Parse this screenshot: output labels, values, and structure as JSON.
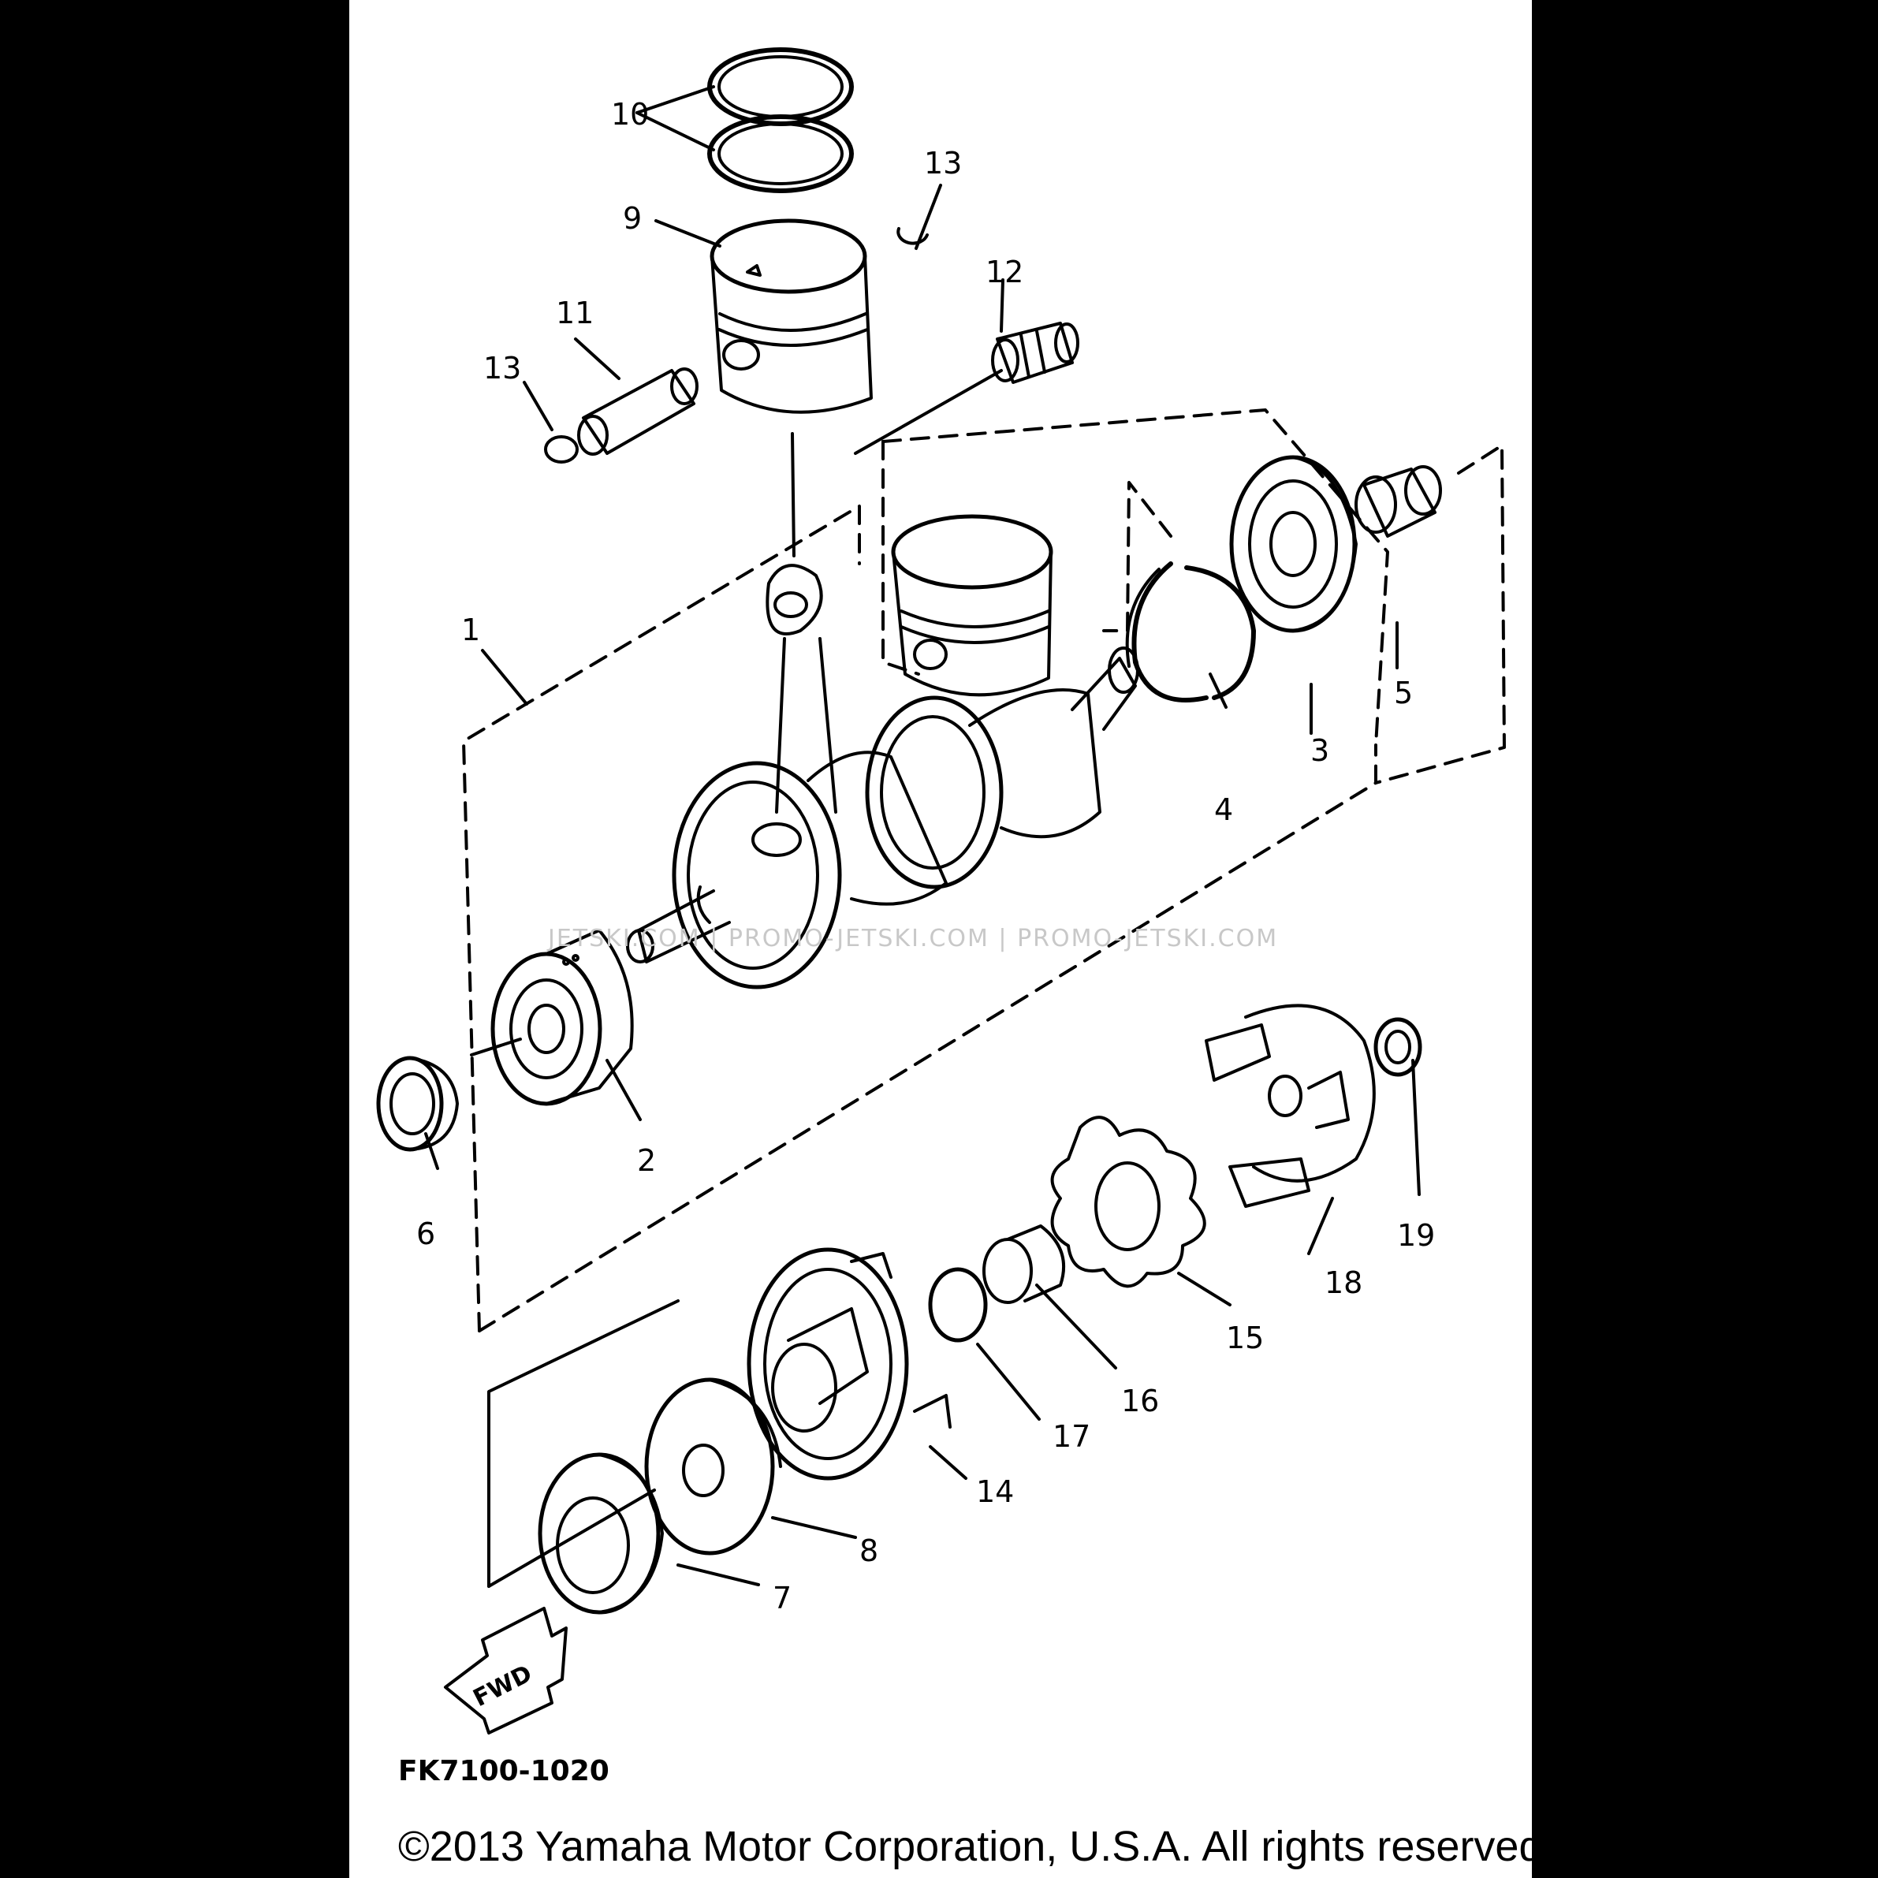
{
  "diagram": {
    "drawing_code": "FK7100-1020",
    "copyright": "©2013 Yamaha Motor Corporation, U.S.A. All rights reserved.",
    "watermark": "JETSKI.COM | PROMO-JETSKI.COM | PROMO-JETSKI.COM",
    "direction_label": "FWD",
    "callouts": [
      "1",
      "2",
      "3",
      "4",
      "5",
      "6",
      "7",
      "8",
      "9",
      "10",
      "11",
      "12",
      "13",
      "13",
      "14",
      "15",
      "16",
      "17",
      "18",
      "19"
    ]
  }
}
